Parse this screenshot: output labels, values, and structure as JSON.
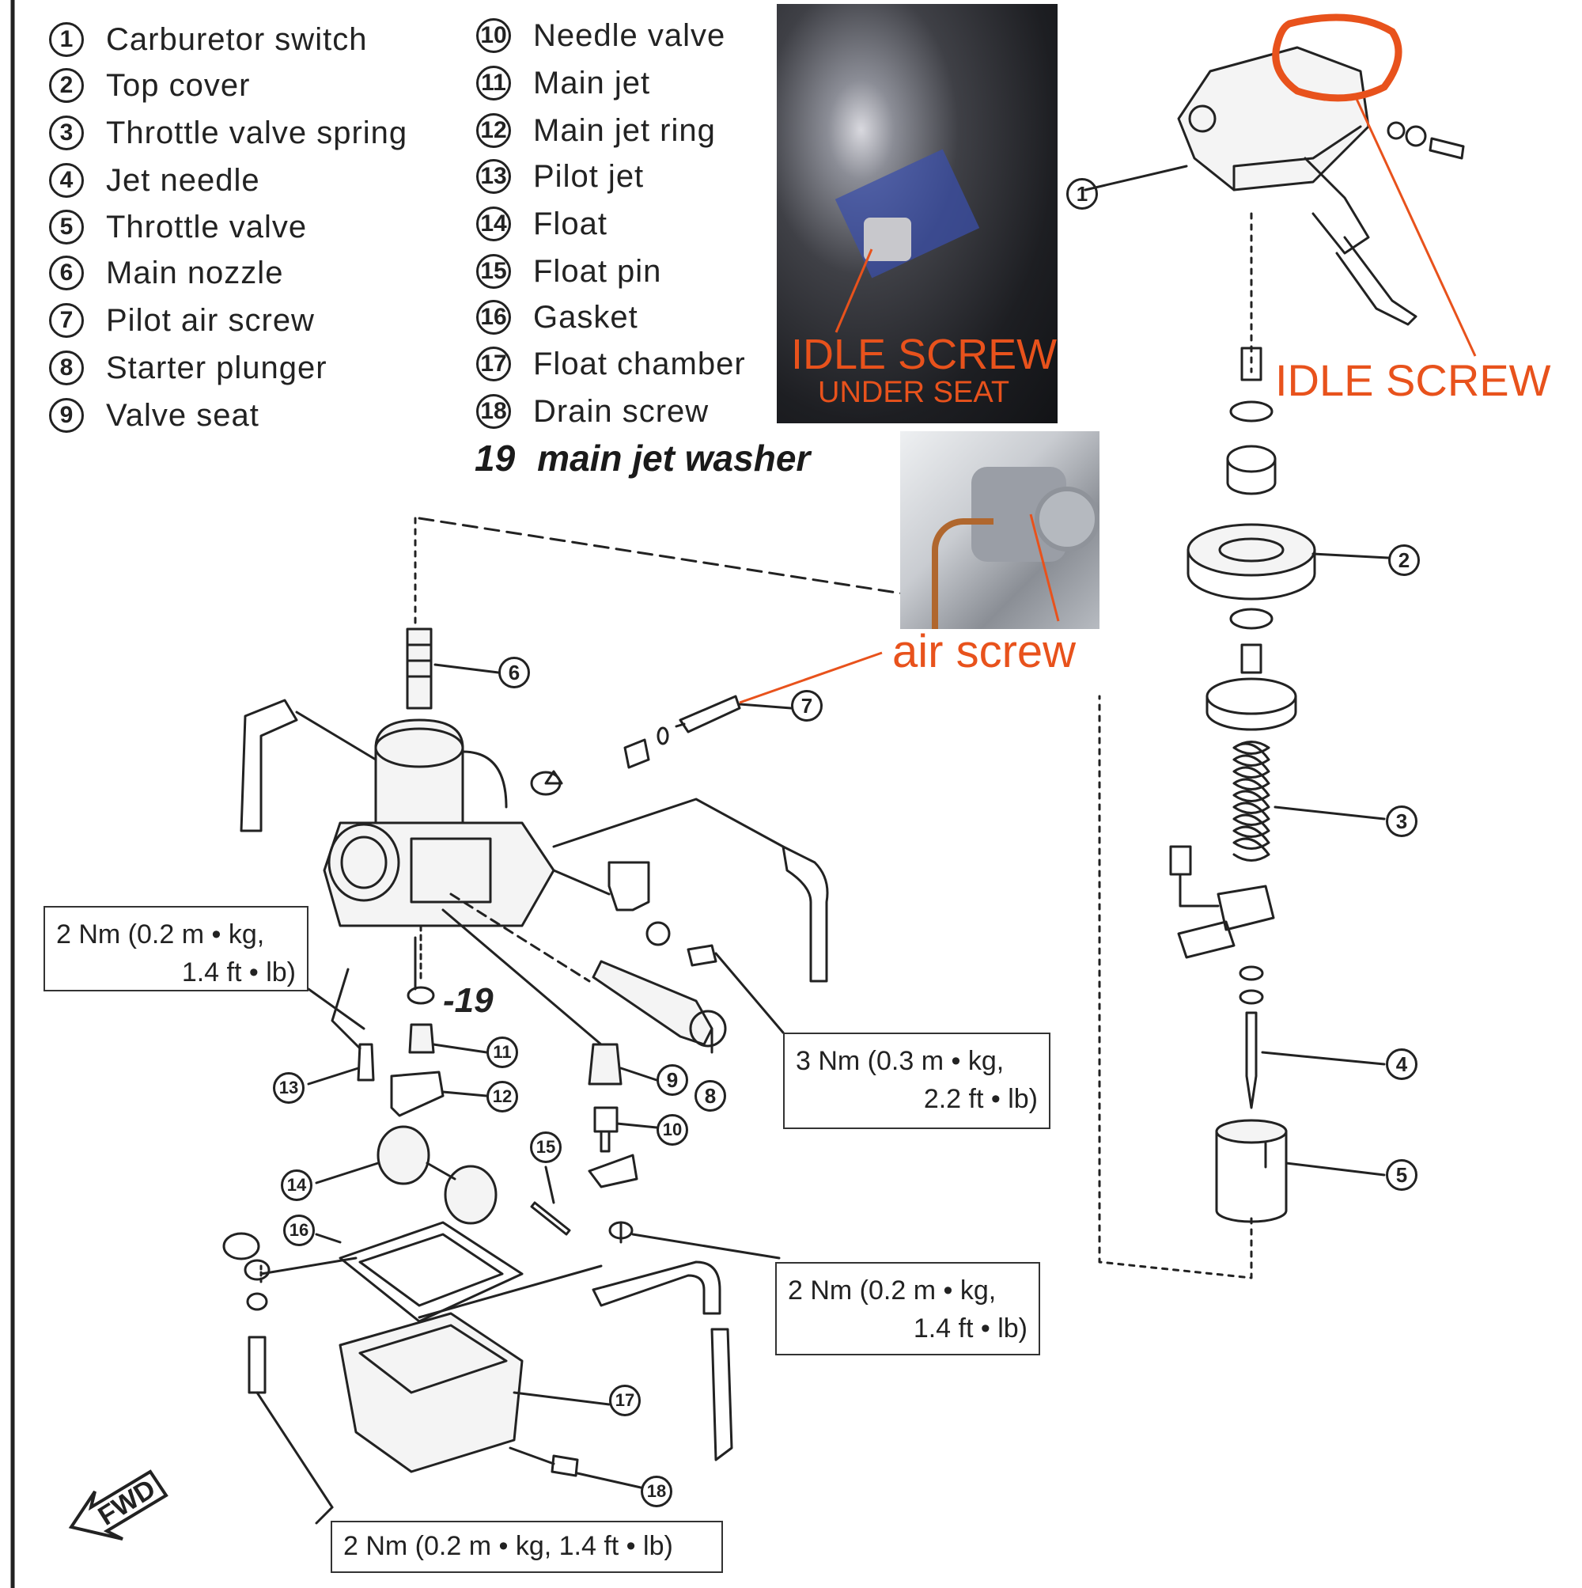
{
  "legend_col1": [
    {
      "num": "1",
      "label": "Carburetor switch"
    },
    {
      "num": "2",
      "label": "Top cover"
    },
    {
      "num": "3",
      "label": "Throttle valve spring"
    },
    {
      "num": "4",
      "label": "Jet needle"
    },
    {
      "num": "5",
      "label": "Throttle valve"
    },
    {
      "num": "6",
      "label": "Main nozzle"
    },
    {
      "num": "7",
      "label": "Pilot air screw"
    },
    {
      "num": "8",
      "label": "Starter plunger"
    },
    {
      "num": "9",
      "label": "Valve seat"
    }
  ],
  "legend_col2": [
    {
      "num": "10",
      "label": "Needle valve"
    },
    {
      "num": "11",
      "label": "Main jet"
    },
    {
      "num": "12",
      "label": "Main jet ring"
    },
    {
      "num": "13",
      "label": "Pilot jet"
    },
    {
      "num": "14",
      "label": "Float"
    },
    {
      "num": "15",
      "label": "Float pin"
    },
    {
      "num": "16",
      "label": "Gasket"
    },
    {
      "num": "17",
      "label": "Float chamber"
    },
    {
      "num": "18",
      "label": "Drain screw"
    }
  ],
  "extra_item": {
    "num": "19",
    "label": "main jet washer"
  },
  "photo_idle": {
    "caption": "IDLE SCREW",
    "subcaption": "UNDER SEAT"
  },
  "photo_air": {
    "caption": "air screw"
  },
  "idle_callout": "IDLE SCREW",
  "washer_label": "-19",
  "torque": {
    "jet_line1": "2 Nm (0.2 m • kg,",
    "jet_line2": "1.4 ft • lb)",
    "plunger_line1": "3 Nm (0.3 m • kg,",
    "plunger_line2": "2.2 ft • lb)",
    "screw_line1": "2 Nm (0.2 m • kg,",
    "screw_line2": "1.4 ft • lb)",
    "bottom": "2 Nm (0.2 m • kg, 1.4 ft • lb)"
  },
  "fwd_label": "FWD",
  "colors": {
    "annotation": "#e8521c",
    "line": "#222222"
  }
}
